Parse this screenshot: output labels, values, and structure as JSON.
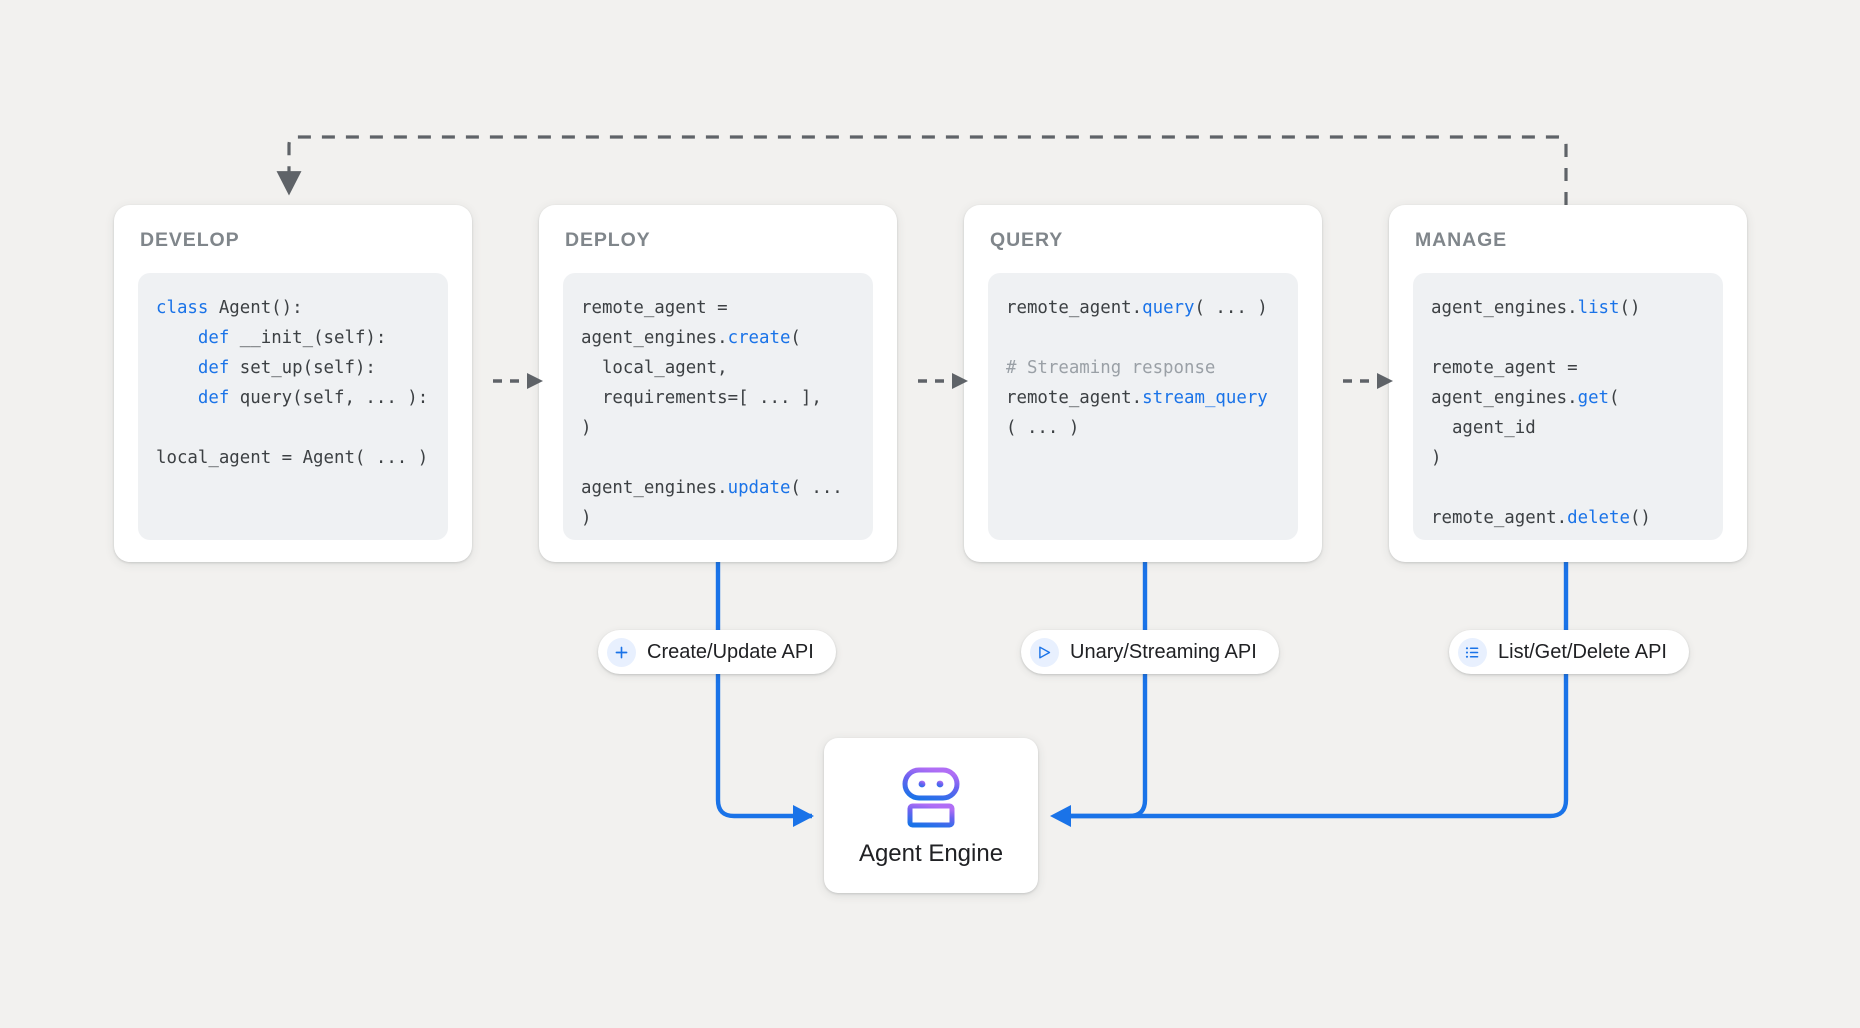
{
  "canvas": {
    "background": "#f2f1ef",
    "accent_blue": "#1a73e8",
    "arrow_gray": "#5f6368",
    "heading_gray": "#80868b",
    "code_bg": "#eff1f3"
  },
  "stages": [
    {
      "id": "develop",
      "title": "DEVELOP",
      "code_lines": [
        [
          {
            "t": "class",
            "c": "kw"
          },
          {
            "t": " Agent():",
            "c": ""
          }
        ],
        [
          {
            "t": "    ",
            "c": ""
          },
          {
            "t": "def",
            "c": "kw"
          },
          {
            "t": " __init_(self):",
            "c": ""
          }
        ],
        [
          {
            "t": "    ",
            "c": ""
          },
          {
            "t": "def",
            "c": "kw"
          },
          {
            "t": " set_up(self):",
            "c": ""
          }
        ],
        [
          {
            "t": "    ",
            "c": ""
          },
          {
            "t": "def",
            "c": "kw"
          },
          {
            "t": " query(self, ... ):",
            "c": ""
          }
        ],
        [
          {
            "t": "",
            "c": ""
          }
        ],
        [
          {
            "t": "local_agent = Agent( ... )",
            "c": ""
          }
        ]
      ]
    },
    {
      "id": "deploy",
      "title": "DEPLOY",
      "code_lines": [
        [
          {
            "t": "remote_agent =",
            "c": ""
          }
        ],
        [
          {
            "t": "agent_engines.",
            "c": ""
          },
          {
            "t": "create",
            "c": "fn"
          },
          {
            "t": "(",
            "c": ""
          }
        ],
        [
          {
            "t": "  local_agent,",
            "c": ""
          }
        ],
        [
          {
            "t": "  requirements=[ ... ],",
            "c": ""
          }
        ],
        [
          {
            "t": ")",
            "c": ""
          }
        ],
        [
          {
            "t": "",
            "c": ""
          }
        ],
        [
          {
            "t": "agent_engines.",
            "c": ""
          },
          {
            "t": "update",
            "c": "fn"
          },
          {
            "t": "( ... )",
            "c": ""
          }
        ]
      ]
    },
    {
      "id": "query",
      "title": "QUERY",
      "code_lines": [
        [
          {
            "t": "remote_agent.",
            "c": ""
          },
          {
            "t": "query",
            "c": "fn"
          },
          {
            "t": "( ... )",
            "c": ""
          }
        ],
        [
          {
            "t": "",
            "c": ""
          }
        ],
        [
          {
            "t": "# Streaming response",
            "c": "cmt"
          }
        ],
        [
          {
            "t": "remote_agent.",
            "c": ""
          },
          {
            "t": "stream_query",
            "c": "fn"
          }
        ],
        [
          {
            "t": "( ... )",
            "c": ""
          }
        ]
      ]
    },
    {
      "id": "manage",
      "title": "MANAGE",
      "code_lines": [
        [
          {
            "t": "agent_engines.",
            "c": ""
          },
          {
            "t": "list",
            "c": "fn"
          },
          {
            "t": "()",
            "c": ""
          }
        ],
        [
          {
            "t": "",
            "c": ""
          }
        ],
        [
          {
            "t": "remote_agent =",
            "c": ""
          }
        ],
        [
          {
            "t": "agent_engines.",
            "c": ""
          },
          {
            "t": "get",
            "c": "fn"
          },
          {
            "t": "(",
            "c": ""
          }
        ],
        [
          {
            "t": "  agent_id",
            "c": ""
          }
        ],
        [
          {
            "t": ")",
            "c": ""
          }
        ],
        [
          {
            "t": "",
            "c": ""
          }
        ],
        [
          {
            "t": "remote_agent.",
            "c": ""
          },
          {
            "t": "delete",
            "c": "fn"
          },
          {
            "t": "()",
            "c": ""
          }
        ]
      ]
    }
  ],
  "api_pills": [
    {
      "id": "create-update",
      "label": "Create/Update API",
      "icon": "plus-icon"
    },
    {
      "id": "unary-streaming",
      "label": "Unary/Streaming API",
      "icon": "send-triangle-icon"
    },
    {
      "id": "list-get-delete",
      "label": "List/Get/Delete API",
      "icon": "list-icon"
    }
  ],
  "engine": {
    "label": "Agent Engine",
    "icon": "robot-icon"
  }
}
